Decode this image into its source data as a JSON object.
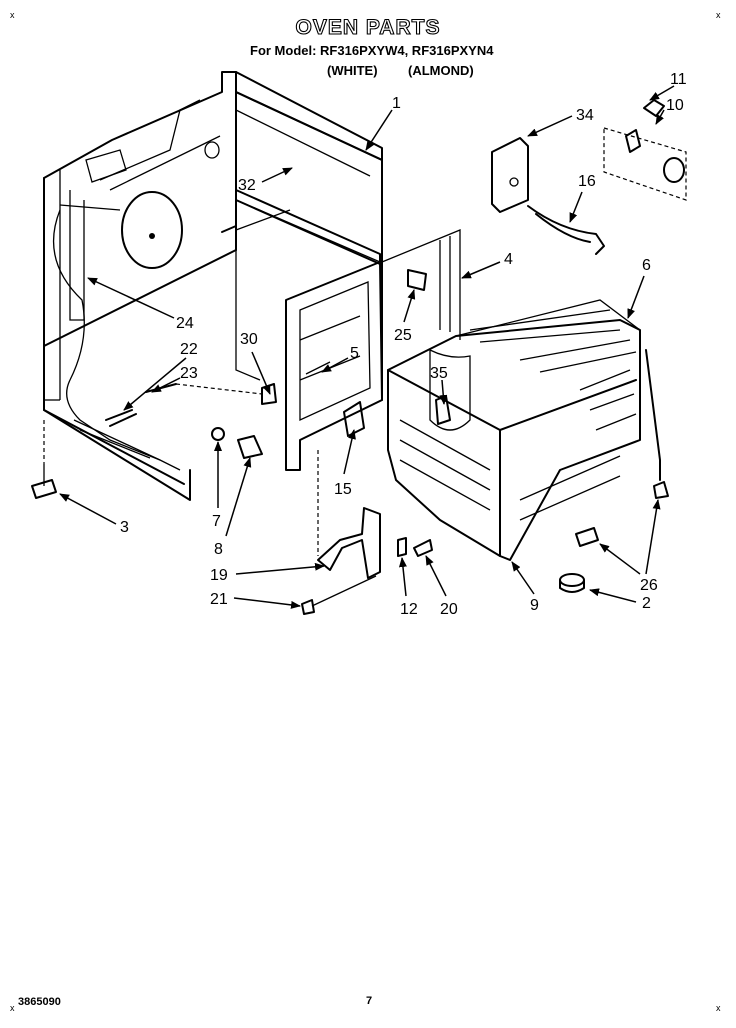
{
  "header": {
    "title": "OVEN PARTS",
    "models_line": "For Model: RF316PXYW4, RF316PXYN4",
    "white_label": "(WHITE)",
    "almond_label": "(ALMOND)"
  },
  "footer": {
    "doc_code": "3865090",
    "page_number": "7"
  },
  "registration_marks": [
    "x",
    "x",
    "x",
    "x"
  ],
  "part_callouts": [
    {
      "number": "1"
    },
    {
      "number": "11"
    },
    {
      "number": "10"
    },
    {
      "number": "34"
    },
    {
      "number": "32"
    },
    {
      "number": "16"
    },
    {
      "number": "4"
    },
    {
      "number": "6"
    },
    {
      "number": "24"
    },
    {
      "number": "25"
    },
    {
      "number": "30"
    },
    {
      "number": "22"
    },
    {
      "number": "5"
    },
    {
      "number": "23"
    },
    {
      "number": "35"
    },
    {
      "number": "15"
    },
    {
      "number": "3"
    },
    {
      "number": "7"
    },
    {
      "number": "8"
    },
    {
      "number": "19"
    },
    {
      "number": "26"
    },
    {
      "number": "2"
    },
    {
      "number": "21"
    },
    {
      "number": "12"
    },
    {
      "number": "20"
    },
    {
      "number": "9"
    }
  ]
}
